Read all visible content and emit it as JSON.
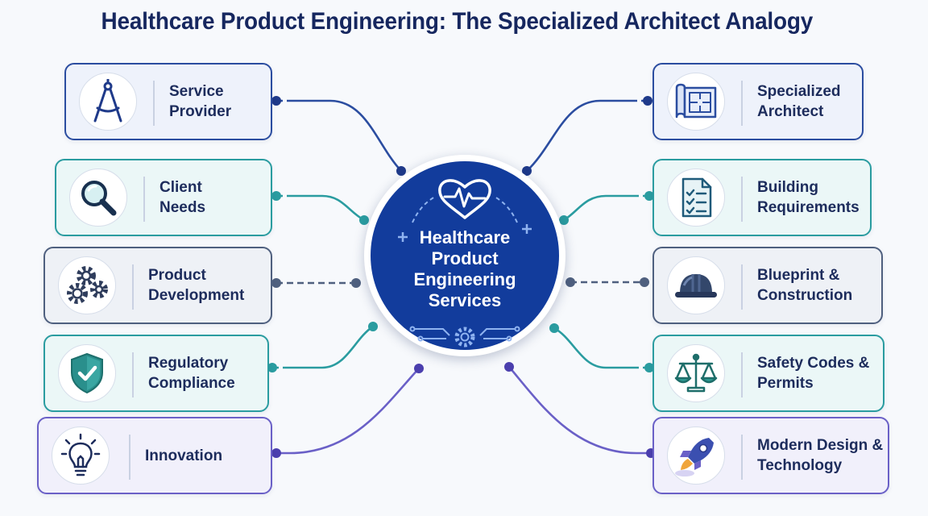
{
  "title": "Healthcare Product Engineering: The Specialized Architect Analogy",
  "hub": {
    "label": "Healthcare\nProduct\nEngineering\nServices"
  },
  "left_items": [
    {
      "label": "Service\nProvider",
      "icon": "compass-icon"
    },
    {
      "label": "Client\nNeeds",
      "icon": "magnifier-icon"
    },
    {
      "label": "Product\nDevelopment",
      "icon": "gears-icon"
    },
    {
      "label": "Regulatory\nCompliance",
      "icon": "shield-check-icon"
    },
    {
      "label": "Innovation",
      "icon": "lightbulb-icon"
    }
  ],
  "right_items": [
    {
      "label": "Specialized\nArchitect",
      "icon": "blueprint-icon"
    },
    {
      "label": "Building\nRequirements",
      "icon": "checklist-icon"
    },
    {
      "label": "Blueprint &\nConstruction",
      "icon": "hard-hat-icon"
    },
    {
      "label": "Safety Codes &\nPermits",
      "icon": "scales-icon"
    },
    {
      "label": "Modern Design &\nTechnology",
      "icon": "rocket-icon"
    }
  ],
  "colors": {
    "navy": "#2b4da0",
    "teal": "#2a9ca0",
    "slate": "#4f607f",
    "violet": "#6a60c7",
    "hub": "#123c9c",
    "title": "#16275f"
  }
}
